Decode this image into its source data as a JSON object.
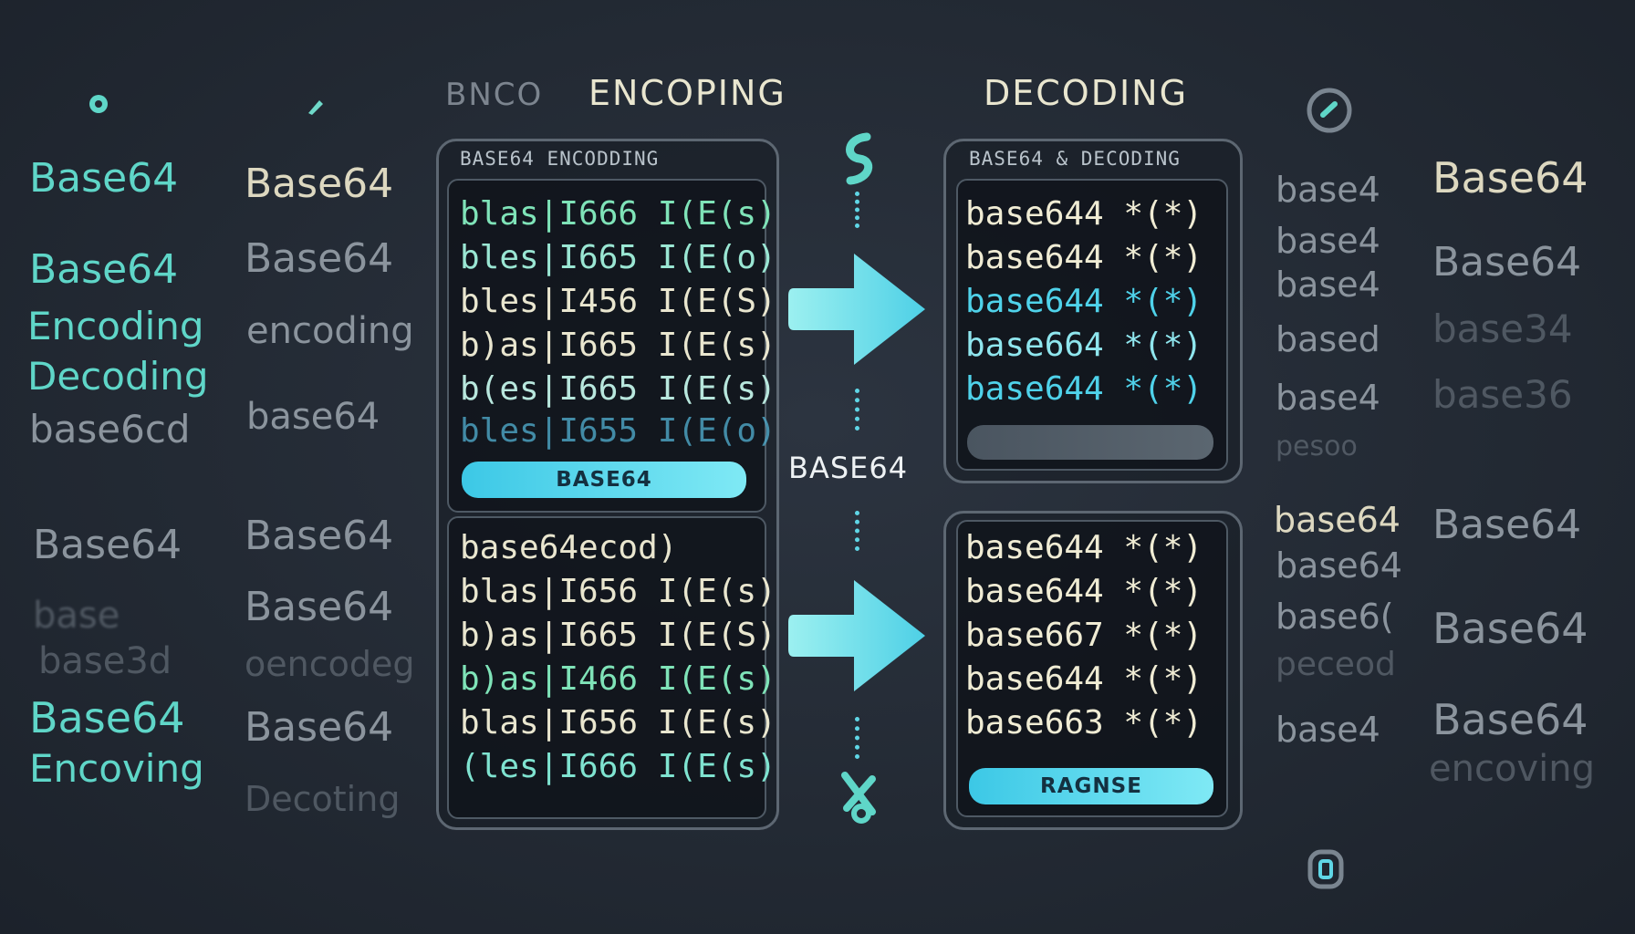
{
  "header": {
    "left_faded": "BNCO",
    "encoding": "ENCOPING",
    "decoding": "DECODING"
  },
  "left_col_a": [
    "Base64",
    "Base64",
    "Encoding",
    "Decoding",
    "base6cd",
    "Base64",
    "base",
    "base3d",
    "Base64",
    "Encoving"
  ],
  "left_col_b": [
    "Base64",
    "Base64",
    "encoding",
    "base64",
    "Base64",
    "Base64",
    "oencodeg",
    "Base64",
    "Decoting"
  ],
  "encode_panel": {
    "title": "BASE64 ENCODDING",
    "lines_top": [
      "blas|I666 I(E(s)",
      "bles|I665 I(E(o)",
      "bles|I456 I(E(S)",
      "b)as|I665 I(E(s)",
      "b(es|I665 I(E(s)",
      "bles|I655 I(E(o)"
    ],
    "button": "BASE64",
    "lines_bottom": [
      "base64ecod)",
      "blas|I656 I(E(s)",
      "b)as|I665 I(E(S)",
      "b)as|I466 I(E(s)",
      "blas|I656 I(E(s)",
      "(les|I666 I(E(s)"
    ]
  },
  "middle_label": "BASE64",
  "decode_panel": {
    "title": "BASE64 & DECODING",
    "lines_top": [
      "base644 *(*)",
      "base644 *(*)",
      "base644 *(*)",
      "base664 *(*)",
      "base644 *(*)"
    ],
    "lines_bottom": [
      "base644 *(*)",
      "base644 *(*)",
      "base667 *(*)",
      "base644 *(*)",
      "base663 *(*)"
    ],
    "button": "RAGNSE"
  },
  "right_col_a": [
    "base4",
    "base4",
    "base4",
    "based",
    "base4",
    "pesoo",
    "base64",
    "base64",
    "base6(",
    "peceod",
    "base4"
  ],
  "right_col_b": [
    "Base64",
    "Base64",
    "base34",
    "base36",
    "Base64",
    "Base64",
    "Base64",
    "encoving"
  ],
  "colors": {
    "accent": "#5fd6e6",
    "teal": "#5fd6c8",
    "cream": "#e9e6cf",
    "background": "#232a34"
  }
}
